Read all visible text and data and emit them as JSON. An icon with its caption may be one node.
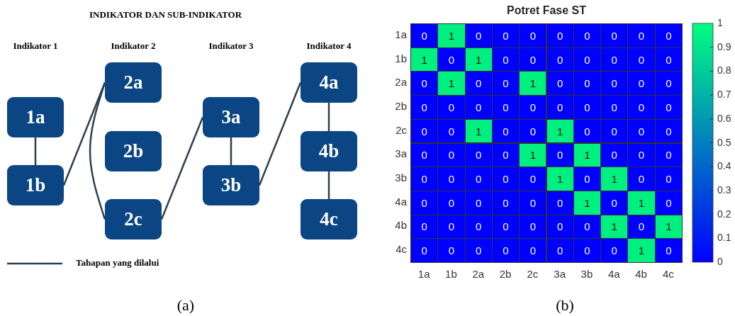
{
  "diagram": {
    "title": "INDIKATOR DAN SUB-INDIKATOR",
    "nodes": [
      {
        "text": [
          "1a"
        ]
      },
      {
        "text": [
          "1b"
        ]
      },
      {
        "text": [
          "2a"
        ]
      },
      {
        "text": [
          "2b"
        ]
      },
      {
        "text": [
          "2c"
        ]
      },
      {
        "text": [
          "3a"
        ]
      },
      {
        "text": [
          "3b"
        ]
      },
      {
        "text": [
          "4a"
        ]
      },
      {
        "text": [
          "4b"
        ]
      },
      {
        "text": [
          "4c"
        ]
      }
    ],
    "edges": [
      {
        "from": 0,
        "to": 1,
        "arrow": "none"
      },
      {
        "from": 1,
        "to": 2,
        "arrow": "none"
      },
      {
        "from": 2,
        "to": 4,
        "arrow": "none"
      },
      {
        "from": 4,
        "to": 5,
        "arrow": "none"
      },
      {
        "from": 5,
        "to": 6,
        "arrow": "none"
      },
      {
        "from": 6,
        "to": 7,
        "arrow": "none"
      },
      {
        "from": 7,
        "to": 8,
        "arrow": "none"
      },
      {
        "from": 8,
        "to": 9,
        "arrow": "none"
      }
    ],
    "labels": [
      "Indikator 1",
      "Indikator 2",
      "Indikator 3",
      "Indikator 4",
      "Potret Fase ST",
      "1a",
      "0",
      "1",
      "0",
      "0",
      "0",
      "0",
      "0",
      "0",
      "0",
      "0",
      "1b",
      "1",
      "0",
      "1",
      "0",
      "0",
      "0",
      "0",
      "0",
      "0",
      "0",
      "2a",
      "0",
      "1",
      "0",
      "0",
      "1",
      "0",
      "0",
      "0",
      "0",
      "0",
      "2b",
      "0",
      "0",
      "0",
      "0",
      "0",
      "0",
      "0",
      "0",
      "0",
      "0",
      "2c",
      "0",
      "0",
      "1",
      "0",
      "0",
      "1",
      "0",
      "0",
      "0",
      "0",
      "3a",
      "0",
      "0",
      "0",
      "0",
      "1",
      "0",
      "1",
      "0",
      "0",
      "0",
      "3b",
      "0",
      "0",
      "0",
      "0",
      "0",
      "1",
      "0",
      "1",
      "0",
      "0",
      "4a",
      "0",
      "0",
      "0",
      "0",
      "0",
      "0",
      "1",
      "0",
      "1",
      "0",
      "4b",
      "0",
      "0",
      "0",
      "0",
      "0",
      "0",
      "0",
      "1",
      "0",
      "1",
      "4c",
      "0",
      "0",
      "0",
      "0",
      "0",
      "0",
      "0",
      "0",
      "1",
      "0",
      "1a",
      "1b",
      "2a",
      "2b",
      "2c",
      "3a",
      "3b",
      "4a",
      "4b",
      "4c",
      "1",
      "0.9",
      "0.8",
      "0.7",
      "0.6",
      "0.5",
      "0.4",
      "0.3",
      "0.2",
      "0.1",
      "0",
      "(a)",
      "(b)"
    ],
    "legend": [
      {
        "text": "Tahapan yang dilalui"
      }
    ]
  }
}
